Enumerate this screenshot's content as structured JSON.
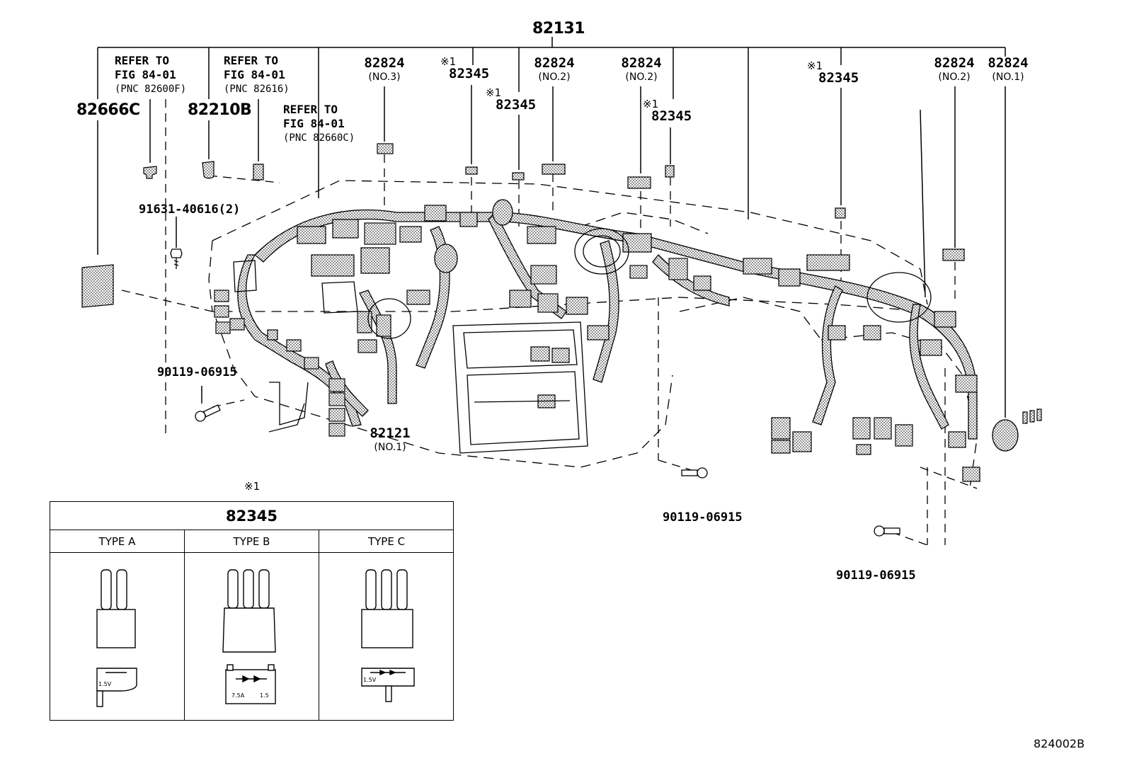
{
  "labels": {
    "p82131": "82131",
    "p82666c": "82666C",
    "p82210b": "82210B",
    "ref1": {
      "line1": "REFER TO",
      "line2": "FIG 84-01",
      "line3": "(PNC 82600F)"
    },
    "ref2": {
      "line1": "REFER TO",
      "line2": "FIG 84-01",
      "line3": "(PNC 82616)"
    },
    "ref3": {
      "line1": "REFER TO",
      "line2": "FIG 84-01",
      "line3": "(PNC 82660C)"
    },
    "p82824_no3": {
      "pn": "82824",
      "sub": "(NO.3)"
    },
    "p82824_no2_a": {
      "pn": "82824",
      "sub": "(NO.2)"
    },
    "p82824_no2_b": {
      "pn": "82824",
      "sub": "(NO.2)"
    },
    "p82824_no2_c": {
      "pn": "82824",
      "sub": "(NO.2)"
    },
    "p82824_no1": {
      "pn": "82824",
      "sub": "(NO.1)"
    },
    "p82345_a": {
      "mark": "※1",
      "pn": "82345"
    },
    "p82345_b": {
      "mark": "※1",
      "pn": "82345"
    },
    "p82345_c": {
      "mark": "※1",
      "pn": "82345"
    },
    "p82345_d": {
      "mark": "※1",
      "pn": "82345"
    },
    "bolt_91631": "91631-40616(2)",
    "bolt_90119_a": "90119-06915",
    "bolt_90119_b": "90119-06915",
    "bolt_90119_c": "90119-06915",
    "p82121": {
      "pn": "82121",
      "sub": "(NO.1)"
    },
    "figure_code": "824002B"
  },
  "type_table": {
    "mark": "※1",
    "title": "82345",
    "types": [
      {
        "name": "TYPE A",
        "marking_left": "1.5V",
        "marking_right": ""
      },
      {
        "name": "TYPE B",
        "marking_left": "7.5A",
        "marking_right": "1.5"
      },
      {
        "name": "TYPE C",
        "marking_left": "1.5V",
        "marking_right": ""
      }
    ]
  }
}
